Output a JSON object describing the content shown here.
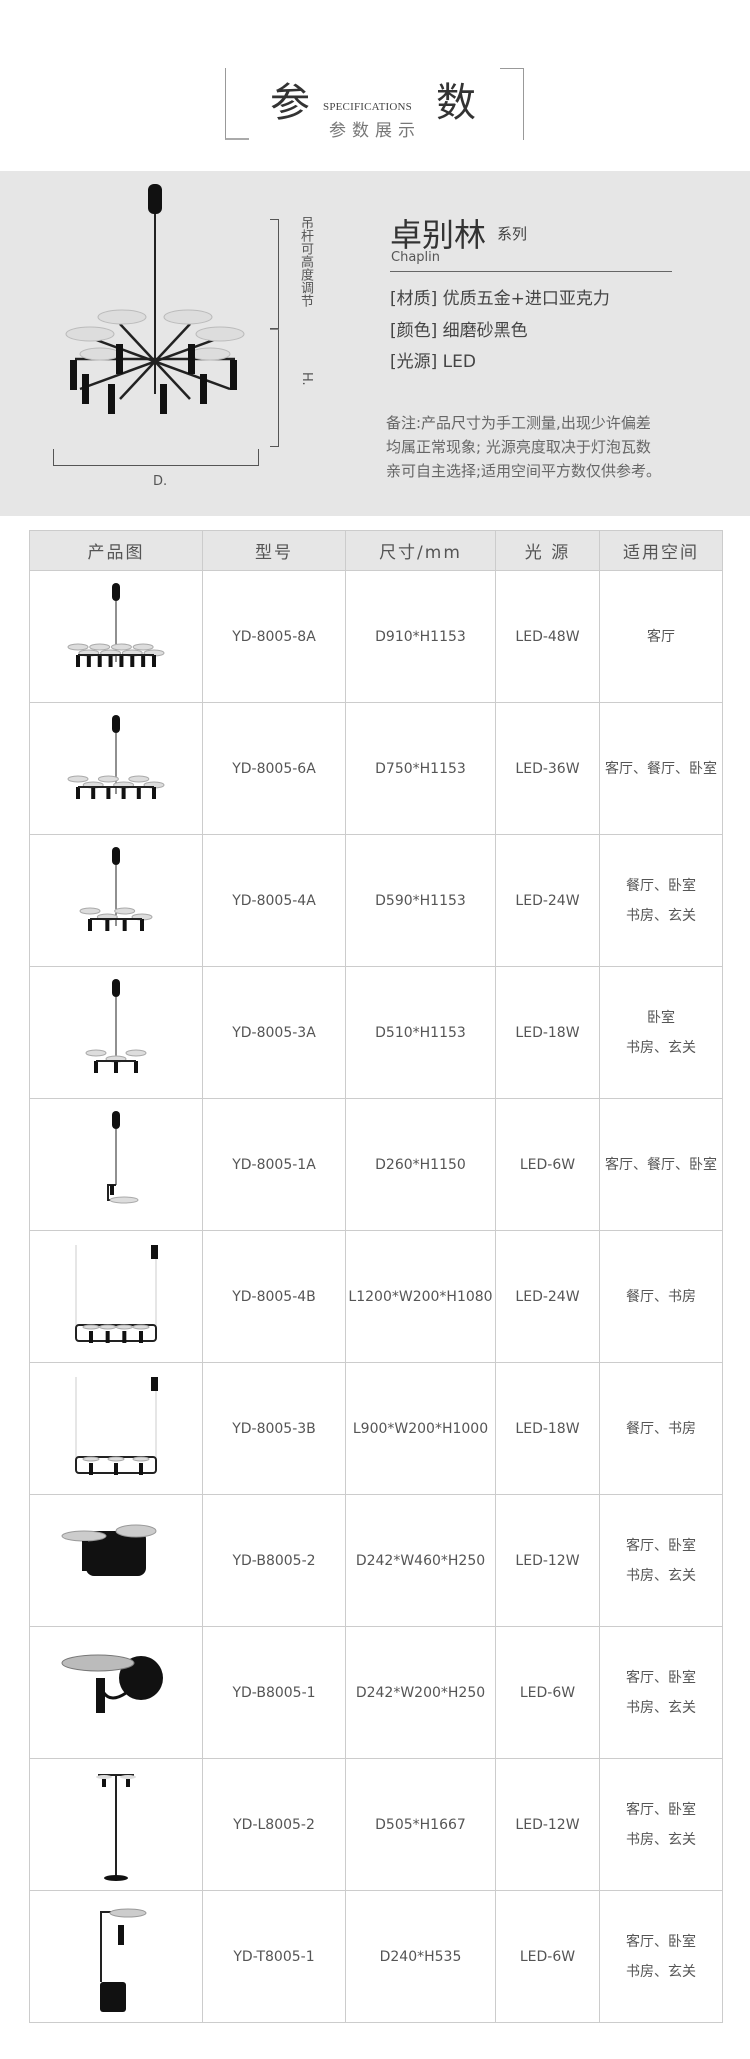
{
  "header": {
    "char1": "参",
    "spec_label": "SPECIFICATIONS",
    "char2": "数",
    "subtitle": "参数展示"
  },
  "product": {
    "name": "卓别林",
    "series": "系列",
    "english": "Chaplin",
    "attributes": [
      {
        "label": "[材质]",
        "value": "优质五金+进口亚克力"
      },
      {
        "label": "[颜色]",
        "value": "细磨砂黑色"
      },
      {
        "label": "[光源]",
        "value": "LED"
      }
    ],
    "note_lines": [
      "备注:产品尺寸为手工测量,出现少许偏差",
      "均属正常现象; 光源亮度取决于灯泡瓦数",
      "亲可自主选择;适用空间平方数仅供参考。"
    ],
    "dimension_labels": {
      "rod": "吊杆可高度调节",
      "height": "H.",
      "diameter": "D."
    }
  },
  "table": {
    "headers": [
      "产品图",
      "型号",
      "尺寸/mm",
      "光 源",
      "适用空间"
    ],
    "rows": [
      {
        "type": "chandelier8",
        "model": "YD-8005-8A",
        "size": "D910*H1153",
        "light": "LED-48W",
        "space": [
          "客厅"
        ]
      },
      {
        "type": "chandelier6",
        "model": "YD-8005-6A",
        "size": "D750*H1153",
        "light": "LED-36W",
        "space": [
          "客厅、餐厅、卧室"
        ]
      },
      {
        "type": "chandelier4",
        "model": "YD-8005-4A",
        "size": "D590*H1153",
        "light": "LED-24W",
        "space": [
          "餐厅、卧室",
          "书房、玄关"
        ]
      },
      {
        "type": "chandelier3",
        "model": "YD-8005-3A",
        "size": "D510*H1153",
        "light": "LED-18W",
        "space": [
          "卧室",
          "书房、玄关"
        ]
      },
      {
        "type": "pendant1",
        "model": "YD-8005-1A",
        "size": "D260*H1150",
        "light": "LED-6W",
        "space": [
          "客厅、餐厅、卧室"
        ]
      },
      {
        "type": "linear4",
        "model": "YD-8005-4B",
        "size": "L1200*W200*H1080",
        "light": "LED-24W",
        "space": [
          "餐厅、书房"
        ]
      },
      {
        "type": "linear3",
        "model": "YD-8005-3B",
        "size": "L900*W200*H1000",
        "light": "LED-18W",
        "space": [
          "餐厅、书房"
        ]
      },
      {
        "type": "wall2",
        "model": "YD-B8005-2",
        "size": "D242*W460*H250",
        "light": "LED-12W",
        "space": [
          "客厅、卧室",
          "书房、玄关"
        ]
      },
      {
        "type": "wall1",
        "model": "YD-B8005-1",
        "size": "D242*W200*H250",
        "light": "LED-6W",
        "space": [
          "客厅、卧室",
          "书房、玄关"
        ]
      },
      {
        "type": "floor",
        "model": "YD-L8005-2",
        "size": "D505*H1667",
        "light": "LED-12W",
        "space": [
          "客厅、卧室",
          "书房、玄关"
        ]
      },
      {
        "type": "table",
        "model": "YD-T8005-1",
        "size": "D240*H535",
        "light": "LED-6W",
        "space": [
          "客厅、卧室",
          "书房、玄关"
        ]
      }
    ]
  }
}
